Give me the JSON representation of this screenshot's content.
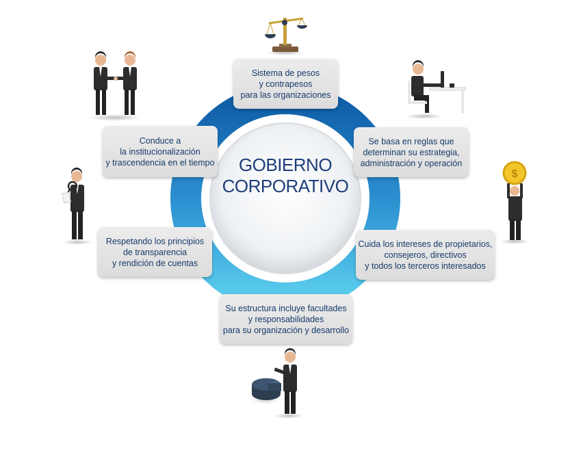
{
  "center_title": [
    "GOBIERNO",
    "CORPORATIVO"
  ],
  "colors": {
    "ring_dark": "#0b5aa0",
    "ring_light": "#5fd2f0",
    "text": "#163a6a",
    "box": "#e3e3e3"
  },
  "boxes": {
    "top": [
      "Sistema de pesos",
      "y contrapesos",
      "para las organizaciones"
    ],
    "upper_right": [
      "Se basa en reglas que",
      "determinan su estrategia,",
      "administración y operación"
    ],
    "lower_right": [
      "Cuida los intereses de propietarios,",
      "consejeros, directivos",
      "y todos los terceros interesados"
    ],
    "bottom": [
      "Su estructura incluye facultades",
      "y responsabilidades",
      "para su organización y desarrollo"
    ],
    "lower_left": [
      "Respetando los principios",
      "de transparencia",
      "y rendición de cuentas"
    ],
    "upper_left": [
      "Conduce a",
      "la institucionalización",
      "y trascendencia en el tiempo"
    ]
  },
  "icons": [
    "scale-icon",
    "handshake-icon",
    "desk-worker-icon",
    "magnifier-person-icon",
    "coin-person-icon",
    "pie-chart-person-icon"
  ]
}
